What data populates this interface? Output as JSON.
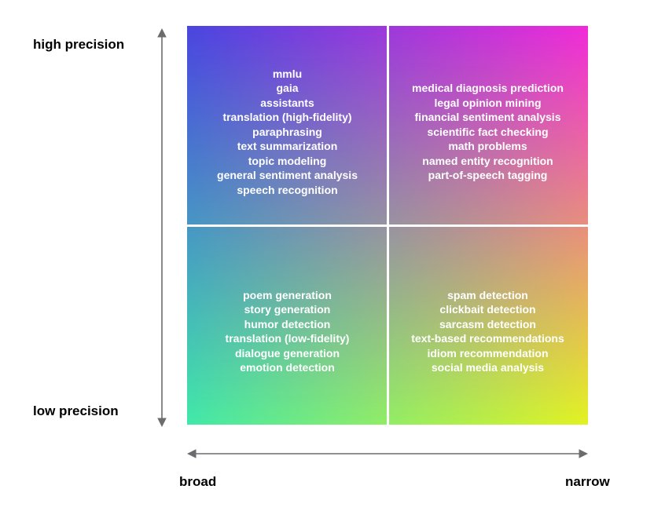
{
  "figure": {
    "type": "quadrant-diagram",
    "background": "#ffffff"
  },
  "axes": {
    "y": {
      "high_label": "high precision",
      "low_label": "low precision"
    },
    "x": {
      "left_label": "broad",
      "right_label": "narrow"
    },
    "arrow_color": "#6b6c6e",
    "label_color": "#000000"
  },
  "grid": {
    "divider_color": "#ffffff",
    "text_color": "#ffffff",
    "corner_colors": {
      "top_left": "#4a45e0",
      "top_right": "#f02bd9",
      "bottom_left": "#41e9a9",
      "bottom_right": "#e2f321"
    }
  },
  "quadrants": {
    "top_left": {
      "region": "high precision / broad",
      "items": [
        "mmlu",
        "gaia",
        "assistants",
        "translation (high-fidelity)",
        "paraphrasing",
        "text summarization",
        "topic modeling",
        "general sentiment analysis",
        "speech recognition"
      ]
    },
    "top_right": {
      "region": "high precision / narrow",
      "items": [
        "medical diagnosis prediction",
        "legal opinion mining",
        "financial sentiment analysis",
        "scientific fact checking",
        "math problems",
        "named entity recognition",
        "part-of-speech tagging"
      ]
    },
    "bottom_left": {
      "region": "low precision / broad",
      "items": [
        "poem generation",
        "story generation",
        "humor detection",
        "translation (low-fidelity)",
        "dialogue generation",
        "emotion detection"
      ]
    },
    "bottom_right": {
      "region": "low precision / narrow",
      "items": [
        "spam detection",
        "clickbait detection",
        "sarcasm detection",
        "text-based recommendations",
        "idiom recommendation",
        "social media analysis"
      ]
    }
  }
}
